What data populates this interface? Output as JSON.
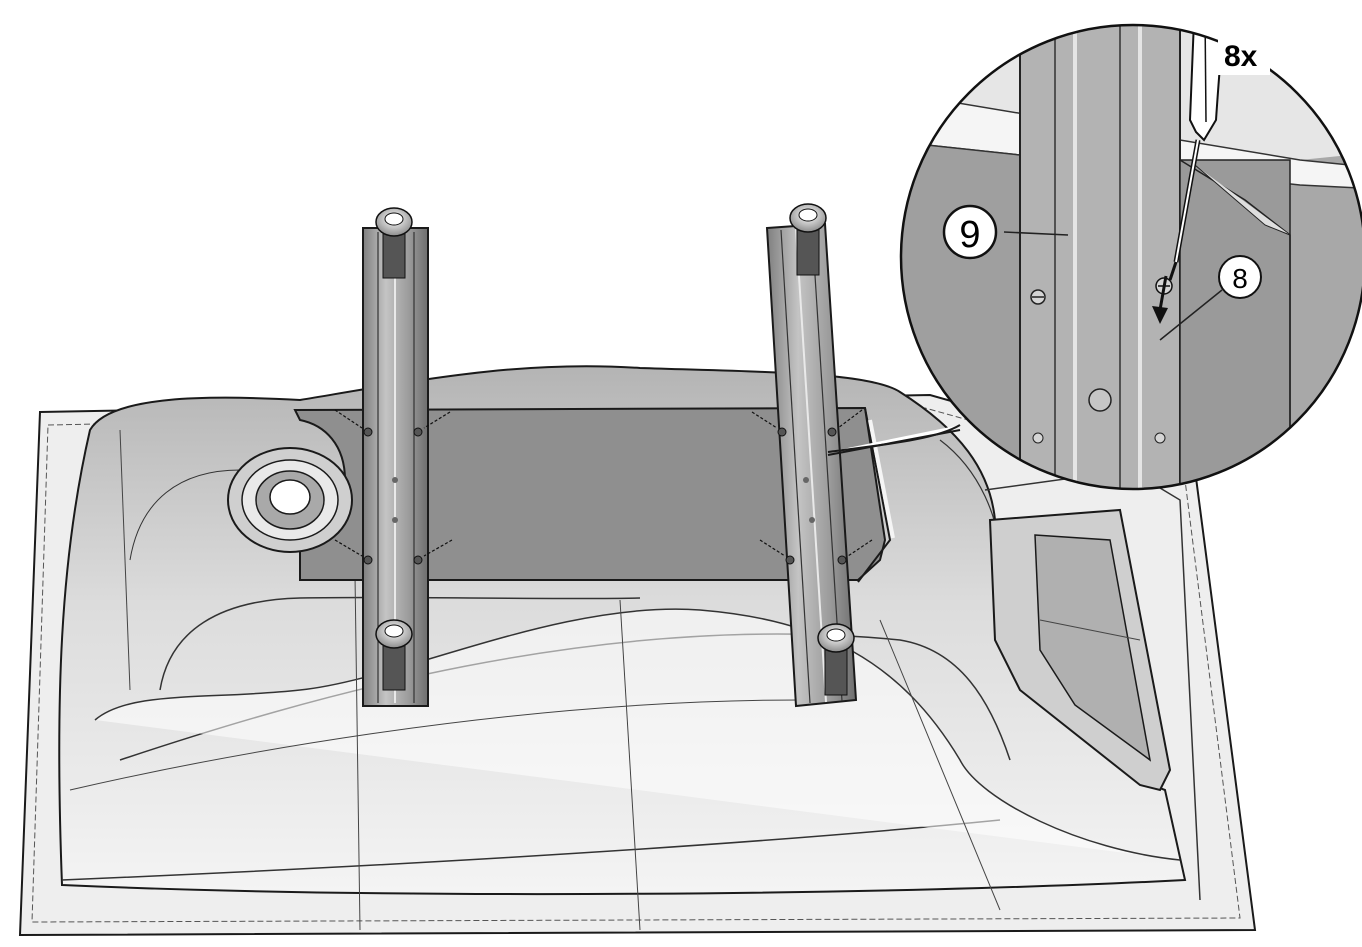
{
  "figure": {
    "quantity_label": "8x",
    "callouts": [
      {
        "number": "9",
        "part": "mounting rail"
      },
      {
        "number": "8",
        "part": "screw"
      }
    ],
    "colors": {
      "background": "#ffffff",
      "tub_light": "#f2f2f2",
      "tub_mid": "#c9c9c9",
      "tub_dark": "#9a9a9a",
      "panel": "#8f8f8f",
      "rail": "#a9a9a9",
      "outline": "#1a1a1a"
    }
  }
}
